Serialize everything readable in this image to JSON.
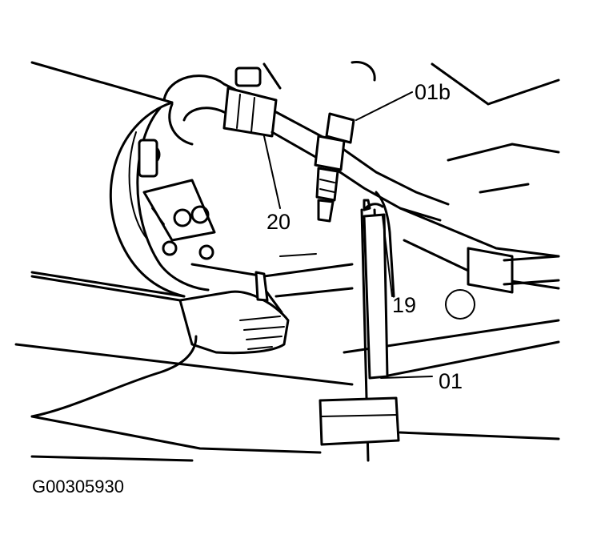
{
  "callouts": {
    "c01b": "01b",
    "c20": "20",
    "c19": "19",
    "c01": "01"
  },
  "figure_id": "G00305930"
}
